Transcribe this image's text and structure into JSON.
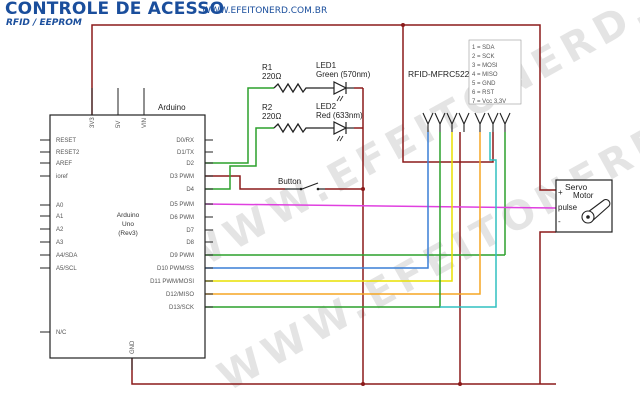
{
  "header": {
    "title": "CONTROLE DE ACESSO",
    "website": "WWW.EFEITONERD.COM.BR",
    "subtitle": "RFID / EEPROM",
    "watermark": "WWW.EFEITONERD.COM.BR"
  },
  "arduino": {
    "label": "Arduino",
    "center_lines": [
      "Arduino",
      "Uno",
      "(Rev3)"
    ],
    "top_pins": [
      "3V3",
      "5V",
      "VIN"
    ],
    "bottom_pin": "GND",
    "left_pins": [
      "RESET",
      "RESET2",
      "AREF",
      "ioref",
      "A0",
      "A1",
      "A2",
      "A3",
      "A4/SDA",
      "A5/SCL",
      "N/C"
    ],
    "right_pins": [
      "D0/RX",
      "D1/TX",
      "D2",
      "D3 PWM",
      "D4",
      "D5 PWM",
      "D6 PWM",
      "D7",
      "D8",
      "D9 PWM",
      "D10 PWM/SS",
      "D11 PWM/MOSI",
      "D12/MISO",
      "D13/SCK"
    ]
  },
  "components": {
    "r1": {
      "name": "R1",
      "value": "220Ω"
    },
    "r2": {
      "name": "R2",
      "value": "220Ω"
    },
    "led1": {
      "name": "LED1",
      "desc": "Green (570nm)"
    },
    "led2": {
      "name": "LED2",
      "desc": "Red (633nm)"
    },
    "button": {
      "name": "Button"
    },
    "rfid": {
      "name": "RFID-MFRC522",
      "pins": [
        "1 = SDA",
        "2 = SCK",
        "3 = MOSI",
        "4 = MISO",
        "5 = GND",
        "6 = RST",
        "7 = Vcc 3,3V"
      ]
    },
    "servo": {
      "name": "Servo",
      "subname": "Motor",
      "pin_plus": "+",
      "pin_pulse": "pulse",
      "pin_minus": "-"
    }
  },
  "colors": {
    "title": "#1a4e9c",
    "wire_red": "#8b1a1a",
    "wire_green": "#2ca02c",
    "wire_blue": "#3a7fd5",
    "wire_magenta": "#e040e0",
    "wire_yellow": "#e8e000",
    "wire_orange": "#f5a623",
    "wire_cyan": "#30c0c0"
  }
}
